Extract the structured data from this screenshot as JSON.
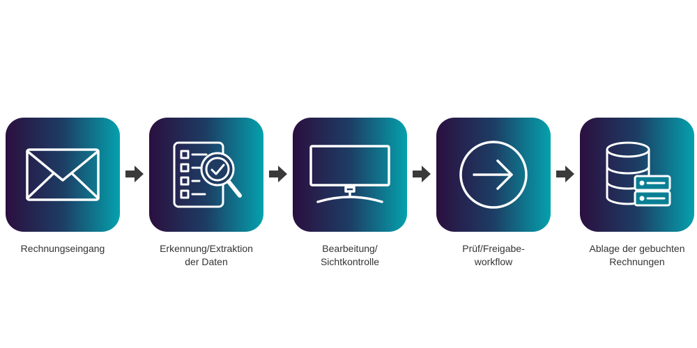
{
  "steps": [
    {
      "label": "Rechnungseingang",
      "icon": "envelope-icon"
    },
    {
      "label": "Erkennung/Extraktion\nder Daten",
      "icon": "checklist-magnifier-icon"
    },
    {
      "label": "Bearbeitung/\nSichtkontrolle",
      "icon": "monitor-icon"
    },
    {
      "label": "Prüf/Freigabe-\nworkflow",
      "icon": "arrow-circle-icon"
    },
    {
      "label": "Ablage der gebuchten\nRechnungen",
      "icon": "database-server-icon"
    }
  ],
  "colors": {
    "tile_gradient_start": "#2b0f3f",
    "tile_gradient_mid": "#1d3d64",
    "tile_gradient_end": "#05a1ad",
    "arrow": "#3a3a3a",
    "text": "#333333"
  }
}
